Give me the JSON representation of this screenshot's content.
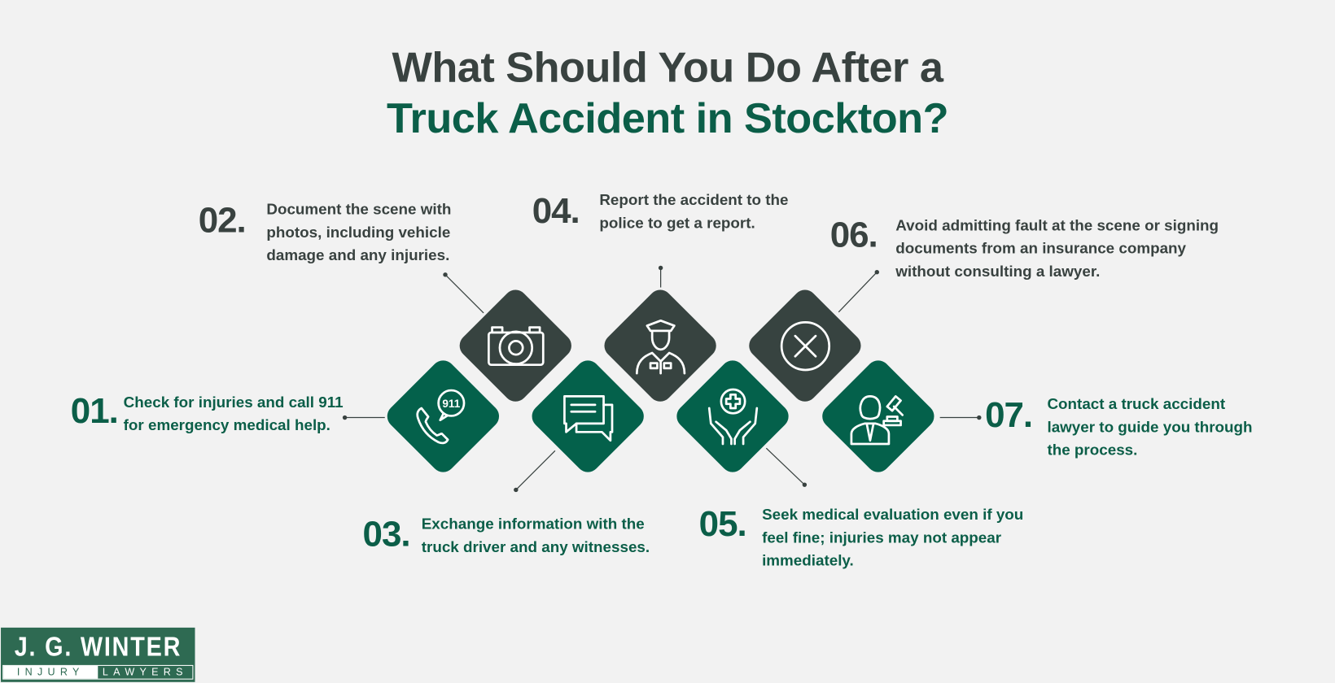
{
  "title": {
    "line1": "What Should You Do After a",
    "line2": "Truck Accident in Stockton?"
  },
  "steps": [
    {
      "num": "01.",
      "text": "Check for injuries and call 911 for emergency medical help.",
      "icon": "phone-911-icon"
    },
    {
      "num": "02.",
      "text": "Document the scene with photos, including vehicle damage and any injuries.",
      "icon": "camera-icon"
    },
    {
      "num": "03.",
      "text": "Exchange information with the truck driver and any witnesses.",
      "icon": "chat-bubbles-icon"
    },
    {
      "num": "04.",
      "text": "Report the accident to the police to get a report.",
      "icon": "police-officer-icon"
    },
    {
      "num": "05.",
      "text": "Seek medical evaluation even if you feel fine; injuries may not appear immediately.",
      "icon": "medical-hands-icon"
    },
    {
      "num": "06.",
      "text": "Avoid admitting fault at the scene or signing documents from an insurance company without consulting a lawyer.",
      "icon": "x-circle-icon"
    },
    {
      "num": "07.",
      "text": "Contact a truck accident lawyer to guide you through the process.",
      "icon": "lawyer-gavel-icon"
    }
  ],
  "icon_text": {
    "emergency": "911"
  },
  "logo": {
    "name": "J. G. WINTER",
    "sub1": "INJURY",
    "sub2": "LAWYERS"
  },
  "colors": {
    "green": "#04614b",
    "dark": "#374340",
    "background": "#f2f2f2"
  }
}
